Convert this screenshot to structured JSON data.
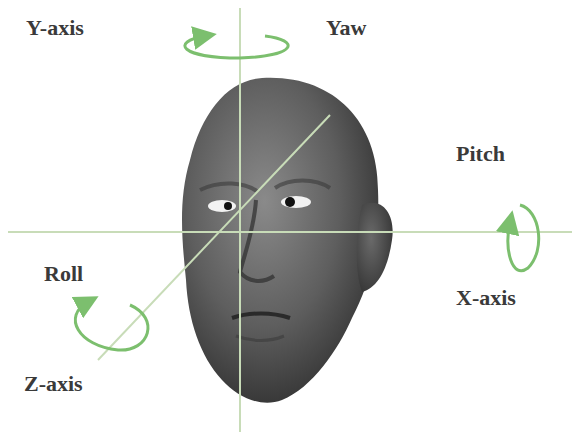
{
  "diagram": {
    "labels": [
      "Y-axis",
      "Yaw",
      "Pitch",
      "X-axis",
      "Roll",
      "Z-axis"
    ]
  }
}
